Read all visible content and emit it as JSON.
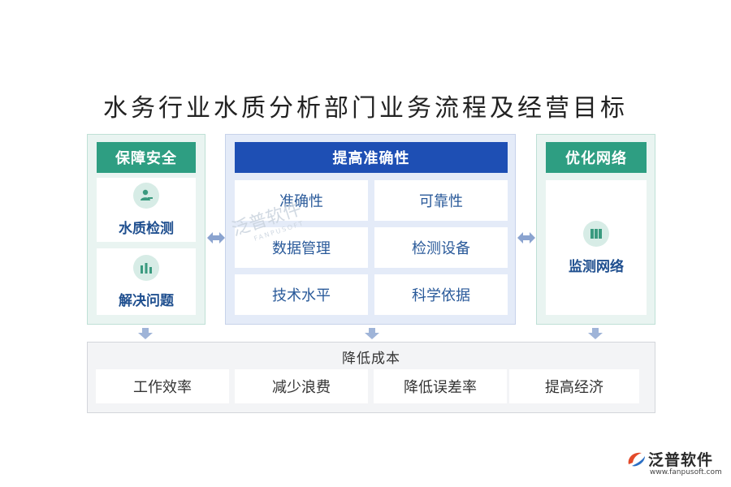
{
  "title": "水务行业水质分析部门业务流程及经营目标",
  "left": {
    "header": "保障安全",
    "items": [
      {
        "label": "水质检测",
        "icon": "user-check-icon"
      },
      {
        "label": "解决问题",
        "icon": "bar-chart-icon"
      }
    ]
  },
  "center": {
    "header": "提高准确性",
    "cells": [
      "准确性",
      "可靠性",
      "数据管理",
      "检测设备",
      "技术水平",
      "科学依据"
    ]
  },
  "right": {
    "header": "优化网络",
    "items": [
      {
        "label": "监测网络",
        "icon": "grid-icon"
      }
    ]
  },
  "bottom": {
    "header": "降低成本",
    "cells": [
      "工作效率",
      "减少浪费",
      "降低误差率",
      "提高经济"
    ]
  },
  "watermark": {
    "text": "泛普软件",
    "sub": "FANPUSOFT"
  },
  "brand": {
    "name": "泛普软件",
    "url": "www.fanpusoft.com"
  },
  "colors": {
    "green": "#2e9e82",
    "blue": "#1e4fb4",
    "cell_text": "#2a5a9a"
  }
}
